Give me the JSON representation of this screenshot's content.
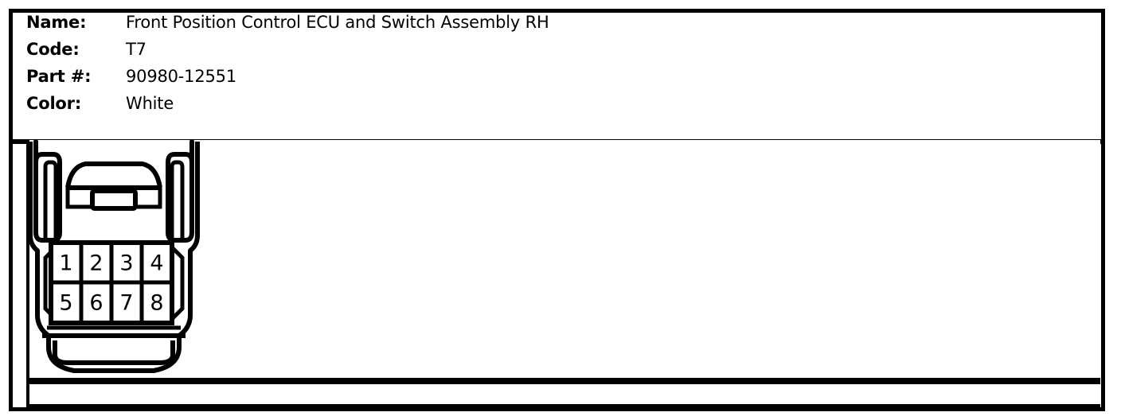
{
  "spec": {
    "rows": [
      {
        "label": "Name:",
        "value": "Front Position Control ECU and Switch Assembly RH"
      },
      {
        "label": "Code:",
        "value": "T7"
      },
      {
        "label": "Part #:",
        "value": "90980-12551"
      },
      {
        "label": "Color:",
        "value": "White"
      }
    ]
  },
  "connector": {
    "diagram_name": "8-pin-connector-face-view",
    "rows": 2,
    "columns": 4,
    "pins": [
      {
        "id": "1",
        "label": "1",
        "row": 1,
        "col": 1
      },
      {
        "id": "2",
        "label": "2",
        "row": 1,
        "col": 2
      },
      {
        "id": "3",
        "label": "3",
        "row": 1,
        "col": 3
      },
      {
        "id": "4",
        "label": "4",
        "row": 1,
        "col": 4
      },
      {
        "id": "5",
        "label": "5",
        "row": 2,
        "col": 1
      },
      {
        "id": "6",
        "label": "6",
        "row": 2,
        "col": 2
      },
      {
        "id": "7",
        "label": "7",
        "row": 2,
        "col": 3
      },
      {
        "id": "8",
        "label": "8",
        "row": 2,
        "col": 4
      }
    ]
  },
  "colors": {
    "line": "#000000",
    "background": "#ffffff",
    "text": "#000000"
  }
}
